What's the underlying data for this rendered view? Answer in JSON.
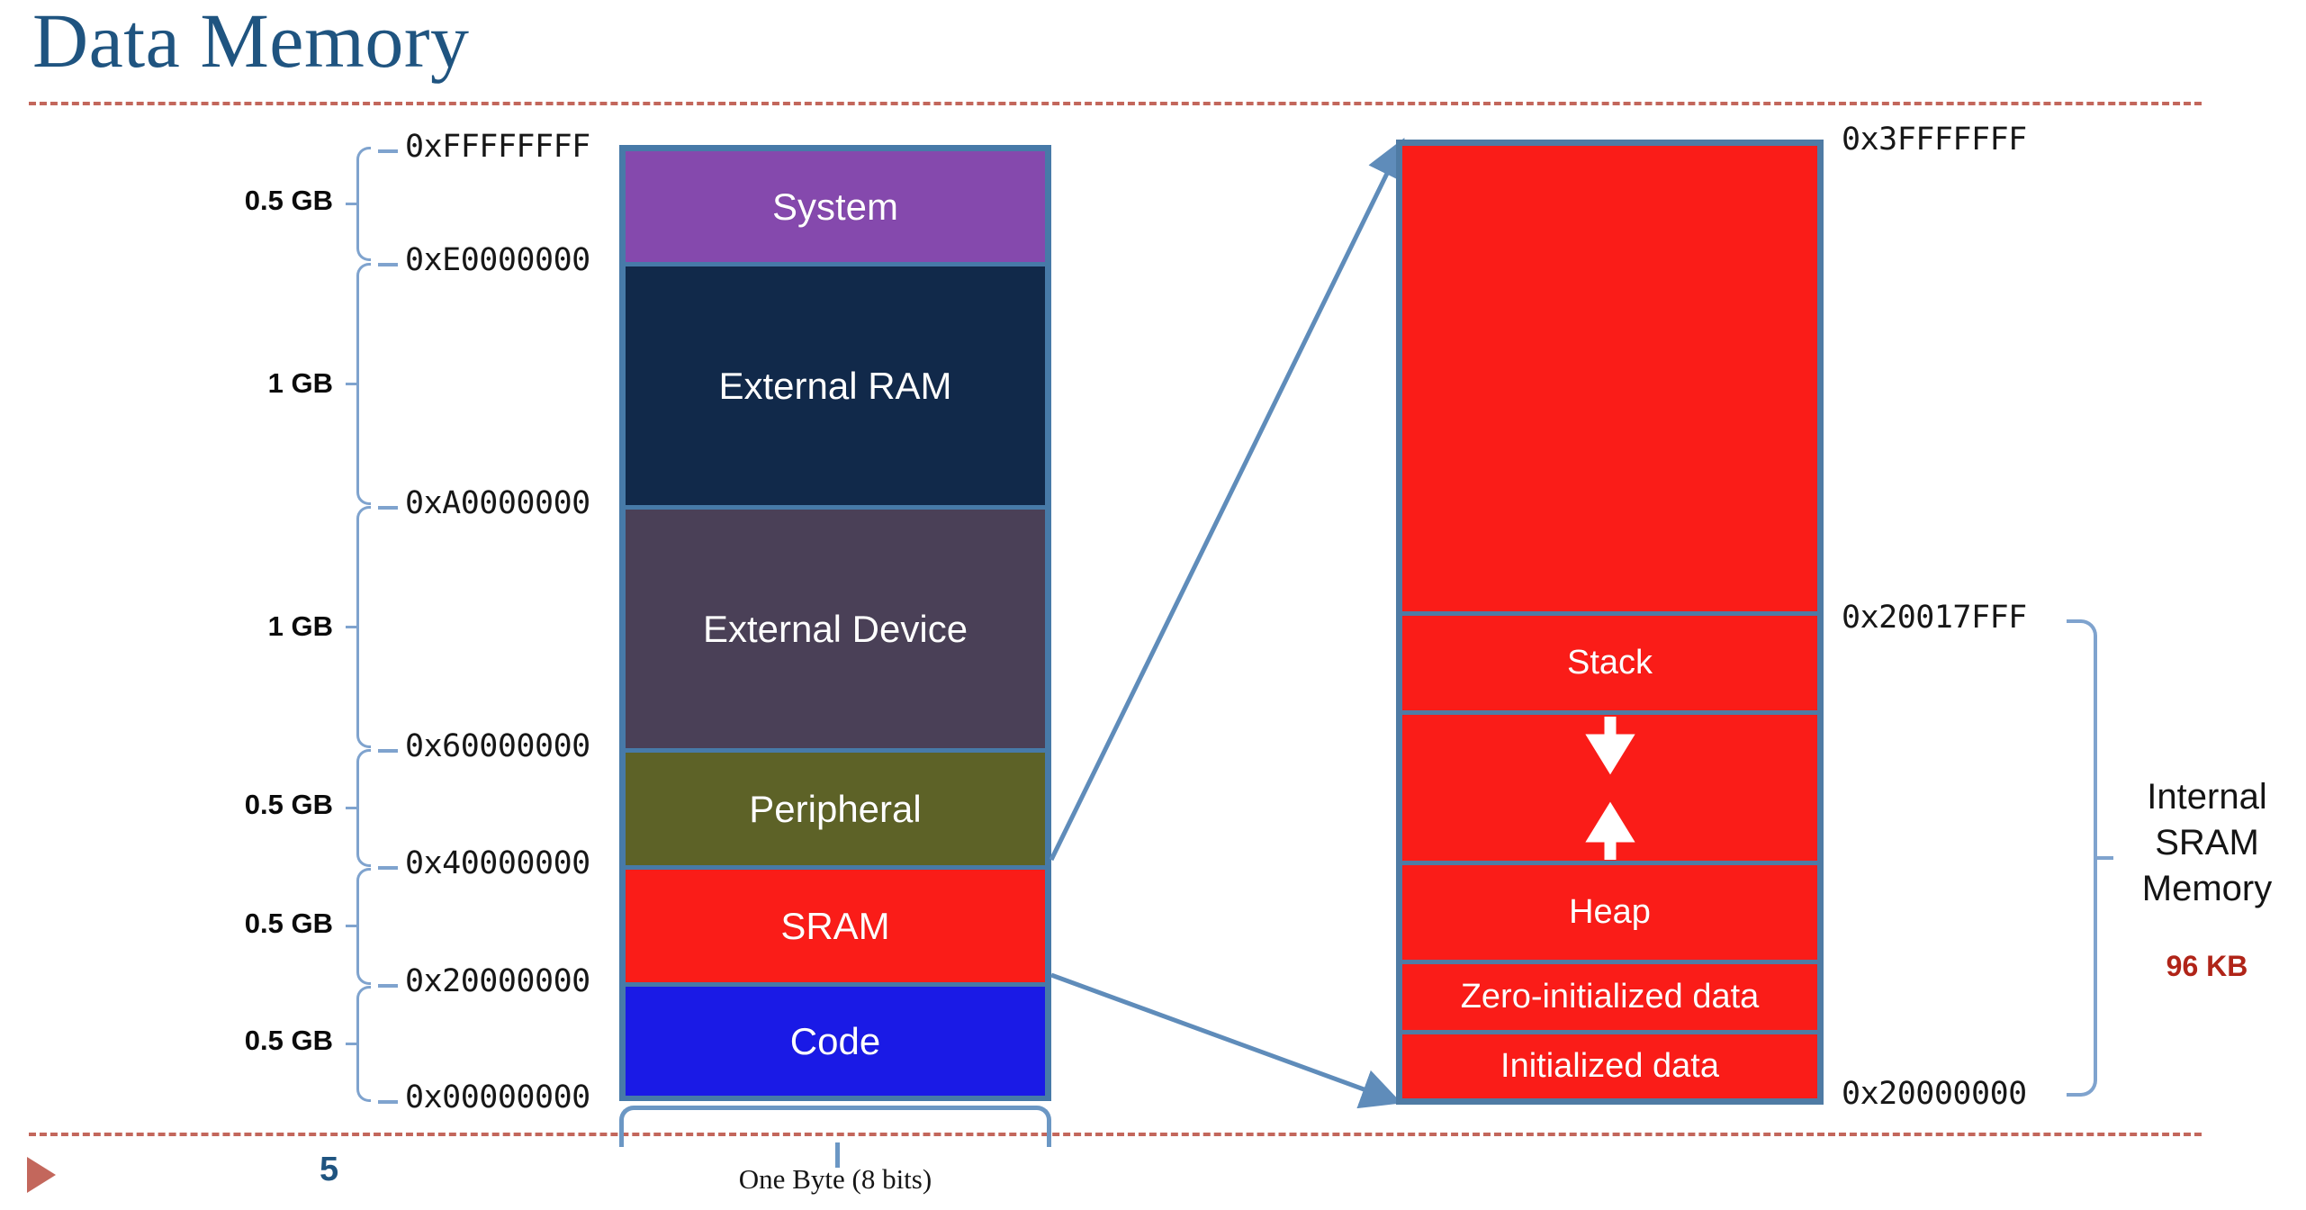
{
  "slide": {
    "title": "Data Memory",
    "number": "5",
    "nav_icon": "play-triangle-icon"
  },
  "colors": {
    "title": "#1f5480",
    "rule": "#c3675c",
    "bracket": "#7fa3ce",
    "block_border": "#477aa8",
    "system": "#8549ad",
    "external_ram": "#11294a",
    "external_device": "#4a4057",
    "peripheral": "#5d6227",
    "sram": "#fa1c18",
    "code": "#1a1ae6",
    "size_text": "#b02418"
  },
  "size_brackets": [
    {
      "label": "0.5 GB",
      "region": "System"
    },
    {
      "label": "1 GB",
      "region": "External RAM"
    },
    {
      "label": "1 GB",
      "region": "External Device"
    },
    {
      "label": "0.5 GB",
      "region": "Peripheral"
    },
    {
      "label": "0.5 GB",
      "region": "SRAM"
    },
    {
      "label": "0.5 GB",
      "region": "Code"
    }
  ],
  "addresses": [
    "0xFFFFFFFF",
    "0xE0000000",
    "0xA0000000",
    "0x60000000",
    "0x40000000",
    "0x20000000",
    "0x00000000"
  ],
  "memory_map": [
    {
      "label": "System",
      "color": "#8549ad"
    },
    {
      "label": "External RAM",
      "color": "#11294a"
    },
    {
      "label": "External Device",
      "color": "#4a4057"
    },
    {
      "label": "Peripheral",
      "color": "#5d6227"
    },
    {
      "label": "SRAM",
      "color": "#fa1c18"
    },
    {
      "label": "Code",
      "color": "#1a1ae6"
    }
  ],
  "byte_note": "One Byte (8 bits)",
  "sram_detail": {
    "top_address": "0x3FFFFFFF",
    "stack_top_address": "0x20017FFF",
    "base_address": "0x20000000",
    "sections": [
      {
        "label": "",
        "name": "free-top-region"
      },
      {
        "label": "Stack",
        "name": "stack-region"
      },
      {
        "label": "",
        "name": "stack-heap-gap-region"
      },
      {
        "label": "Heap",
        "name": "heap-region"
      },
      {
        "label": "Zero-initialized data",
        "name": "bss-region"
      },
      {
        "label": "Initialized data",
        "name": "data-region"
      }
    ],
    "stack_growth_icon": "arrow-down-icon",
    "heap_growth_icon": "arrow-up-icon",
    "bracket_label": "Internal\nSRAM\nMemory",
    "bracket_label_line1": "Internal",
    "bracket_label_line2": "SRAM",
    "bracket_label_line3": "Memory",
    "bracket_size": "96 KB"
  }
}
